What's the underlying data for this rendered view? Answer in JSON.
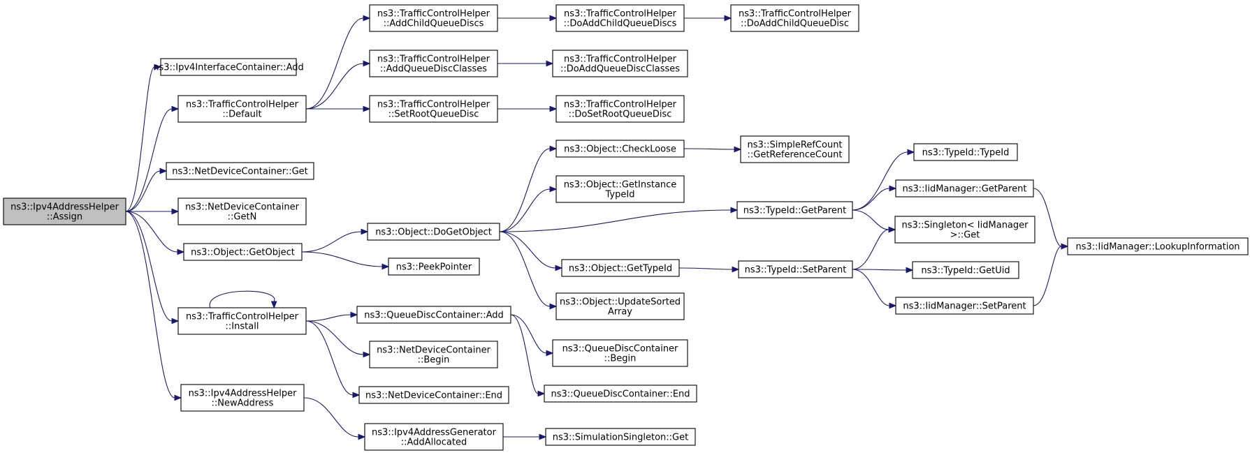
{
  "nodes": [
    {
      "id": "assign",
      "lines": [
        "ns3::Ipv4AddressHelper",
        "::Assign"
      ],
      "highlight": true
    },
    {
      "id": "ipv4ic_add",
      "lines": [
        "ns3::Ipv4InterfaceContainer::Add"
      ]
    },
    {
      "id": "tch_default",
      "lines": [
        "ns3::TrafficControlHelper",
        "::Default"
      ]
    },
    {
      "id": "ndc_get",
      "lines": [
        "ns3::NetDeviceContainer::Get"
      ]
    },
    {
      "id": "ndc_getn",
      "lines": [
        "ns3::NetDeviceContainer",
        "::GetN"
      ]
    },
    {
      "id": "obj_getobject",
      "lines": [
        "ns3::Object::GetObject"
      ]
    },
    {
      "id": "tch_install",
      "lines": [
        "ns3::TrafficControlHelper",
        "::Install"
      ]
    },
    {
      "id": "ipv4ah_newaddress",
      "lines": [
        "ns3::Ipv4AddressHelper",
        "::NewAddress"
      ]
    },
    {
      "id": "tch_addchildqd",
      "lines": [
        "ns3::TrafficControlHelper",
        "::AddChildQueueDiscs"
      ]
    },
    {
      "id": "tch_addqdclasses",
      "lines": [
        "ns3::TrafficControlHelper",
        "::AddQueueDiscClasses"
      ]
    },
    {
      "id": "tch_setrootqd",
      "lines": [
        "ns3::TrafficControlHelper",
        "::SetRootQueueDisc"
      ]
    },
    {
      "id": "obj_dogetobject",
      "lines": [
        "ns3::Object::DoGetObject"
      ]
    },
    {
      "id": "peekpointer",
      "lines": [
        "ns3::PeekPointer"
      ]
    },
    {
      "id": "qdc_add",
      "lines": [
        "ns3::QueueDiscContainer::Add"
      ]
    },
    {
      "id": "ndc_begin",
      "lines": [
        "ns3::NetDeviceContainer",
        "::Begin"
      ]
    },
    {
      "id": "ndc_end",
      "lines": [
        "ns3::NetDeviceContainer::End"
      ]
    },
    {
      "id": "ipv4ag_addallocated",
      "lines": [
        "ns3::Ipv4AddressGenerator",
        "::AddAllocated"
      ]
    },
    {
      "id": "tch_doaddchildqds",
      "lines": [
        "ns3::TrafficControlHelper",
        "::DoAddChildQueueDiscs"
      ]
    },
    {
      "id": "tch_doaddqdclasses",
      "lines": [
        "ns3::TrafficControlHelper",
        "::DoAddQueueDiscClasses"
      ]
    },
    {
      "id": "tch_dosetrootqd",
      "lines": [
        "ns3::TrafficControlHelper",
        "::DoSetRootQueueDisc"
      ]
    },
    {
      "id": "obj_checkloose",
      "lines": [
        "ns3::Object::CheckLoose"
      ]
    },
    {
      "id": "obj_getinstancetypeid",
      "lines": [
        "ns3::Object::GetInstance",
        "TypeId"
      ]
    },
    {
      "id": "obj_gettypeid",
      "lines": [
        "ns3::Object::GetTypeId"
      ]
    },
    {
      "id": "obj_updatesortedarray",
      "lines": [
        "ns3::Object::UpdateSorted",
        "Array"
      ]
    },
    {
      "id": "qdc_begin",
      "lines": [
        "ns3::QueueDiscContainer",
        "::Begin"
      ]
    },
    {
      "id": "qdc_end",
      "lines": [
        "ns3::QueueDiscContainer::End"
      ]
    },
    {
      "id": "simsingleton_get",
      "lines": [
        "ns3::SimulationSingleton::Get"
      ]
    },
    {
      "id": "tch_doaddchildqd",
      "lines": [
        "ns3::TrafficControlHelper",
        "::DoAddChildQueueDisc"
      ]
    },
    {
      "id": "simplerefcount_getrefcount",
      "lines": [
        "ns3::SimpleRefCount",
        "::GetReferenceCount"
      ]
    },
    {
      "id": "typeid_getparent",
      "lines": [
        "ns3::TypeId::GetParent"
      ]
    },
    {
      "id": "typeid_setparent",
      "lines": [
        "ns3::TypeId::SetParent"
      ]
    },
    {
      "id": "typeid_typeid",
      "lines": [
        "ns3::TypeId::TypeId"
      ]
    },
    {
      "id": "iidmanager_getparent",
      "lines": [
        "ns3::IidManager::GetParent"
      ]
    },
    {
      "id": "singleton_get",
      "lines": [
        "ns3::Singleton< IidManager",
        " >::Get"
      ]
    },
    {
      "id": "typeid_getuid",
      "lines": [
        "ns3::TypeId::GetUid"
      ]
    },
    {
      "id": "iidmanager_setparent",
      "lines": [
        "ns3::IidManager::SetParent"
      ]
    },
    {
      "id": "iidmanager_lookupinfo",
      "lines": [
        "ns3::IidManager::LookupInformation"
      ]
    }
  ],
  "edges": [
    {
      "from": "assign",
      "to": "ipv4ic_add"
    },
    {
      "from": "assign",
      "to": "tch_default"
    },
    {
      "from": "assign",
      "to": "ndc_get"
    },
    {
      "from": "assign",
      "to": "ndc_getn"
    },
    {
      "from": "assign",
      "to": "obj_getobject"
    },
    {
      "from": "assign",
      "to": "tch_install"
    },
    {
      "from": "assign",
      "to": "ipv4ah_newaddress"
    },
    {
      "from": "tch_default",
      "to": "tch_addchildqd"
    },
    {
      "from": "tch_default",
      "to": "tch_addqdclasses"
    },
    {
      "from": "tch_default",
      "to": "tch_setrootqd"
    },
    {
      "from": "tch_addchildqd",
      "to": "tch_doaddchildqds"
    },
    {
      "from": "tch_doaddchildqds",
      "to": "tch_doaddchildqd"
    },
    {
      "from": "tch_addqdclasses",
      "to": "tch_doaddqdclasses"
    },
    {
      "from": "tch_setrootqd",
      "to": "tch_dosetrootqd"
    },
    {
      "from": "obj_getobject",
      "to": "obj_dogetobject"
    },
    {
      "from": "obj_getobject",
      "to": "peekpointer"
    },
    {
      "from": "obj_dogetobject",
      "to": "obj_checkloose"
    },
    {
      "from": "obj_dogetobject",
      "to": "obj_getinstancetypeid"
    },
    {
      "from": "obj_dogetobject",
      "to": "typeid_getparent"
    },
    {
      "from": "obj_dogetobject",
      "to": "obj_gettypeid"
    },
    {
      "from": "obj_dogetobject",
      "to": "obj_updatesortedarray"
    },
    {
      "from": "obj_checkloose",
      "to": "simplerefcount_getrefcount"
    },
    {
      "from": "obj_gettypeid",
      "to": "typeid_setparent"
    },
    {
      "from": "typeid_getparent",
      "to": "typeid_typeid"
    },
    {
      "from": "typeid_getparent",
      "to": "iidmanager_getparent"
    },
    {
      "from": "typeid_getparent",
      "to": "singleton_get"
    },
    {
      "from": "typeid_setparent",
      "to": "singleton_get"
    },
    {
      "from": "typeid_setparent",
      "to": "typeid_getuid"
    },
    {
      "from": "typeid_setparent",
      "to": "iidmanager_setparent"
    },
    {
      "from": "iidmanager_getparent",
      "to": "iidmanager_lookupinfo"
    },
    {
      "from": "iidmanager_setparent",
      "to": "iidmanager_lookupinfo"
    },
    {
      "from": "tch_install",
      "to": "tch_install"
    },
    {
      "from": "tch_install",
      "to": "qdc_add"
    },
    {
      "from": "tch_install",
      "to": "ndc_begin"
    },
    {
      "from": "tch_install",
      "to": "ndc_end"
    },
    {
      "from": "qdc_add",
      "to": "qdc_begin"
    },
    {
      "from": "qdc_add",
      "to": "qdc_end"
    },
    {
      "from": "ipv4ah_newaddress",
      "to": "ipv4ag_addallocated"
    },
    {
      "from": "ipv4ag_addallocated",
      "to": "simsingleton_get"
    }
  ]
}
